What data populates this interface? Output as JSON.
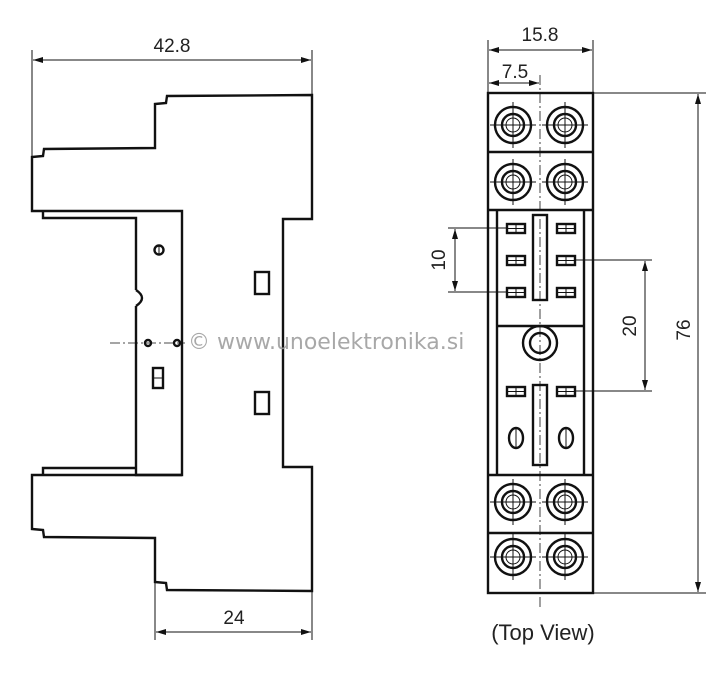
{
  "dimensions": {
    "side_width": "42.8",
    "side_base": "24",
    "top_width": "15.8",
    "top_half_width": "7.5",
    "pin_pitch": "10",
    "pin_row_spacing": "20",
    "total_length": "76"
  },
  "labels": {
    "view_caption": "(Top View)"
  },
  "watermark": "© www.unoelektronika.si"
}
